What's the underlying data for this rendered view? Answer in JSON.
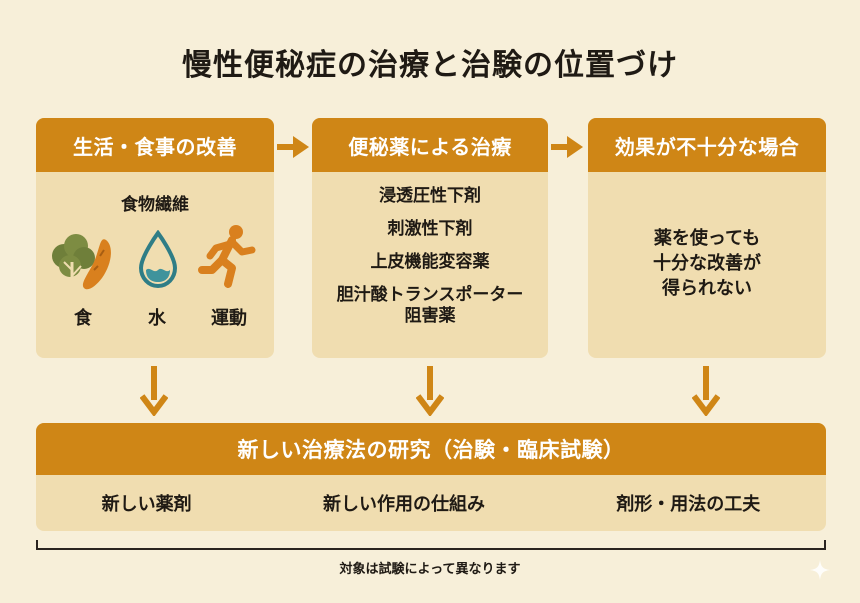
{
  "title": "慢性便秘症の治療と治験の位置づけ",
  "lifestyle": {
    "header": "生活・食事の改善",
    "fiber_label": "食物繊維",
    "items": [
      {
        "label": "食",
        "icon": "vegetable-icon"
      },
      {
        "label": "水",
        "icon": "water-drop-icon"
      },
      {
        "label": "運動",
        "icon": "running-person-icon"
      }
    ]
  },
  "laxatives": {
    "header": "便秘薬による治療",
    "drugs": [
      "浸透圧性下剤",
      "刺激性下剤",
      "上皮機能変容薬",
      "胆汁酸トランスポーター\n阻害薬"
    ]
  },
  "insufficient": {
    "header": "効果が不十分な場合",
    "text": "薬を使っても\n十分な改善が\n得られない"
  },
  "research": {
    "header": "新しい治療法の研究（治験・臨床試験）",
    "items": [
      "新しい薬剤",
      "新しい作用の仕組み",
      "剤形・用法の工夫"
    ]
  },
  "note": "対象は試験によって異なります",
  "colors": {
    "background": "#f7efd9",
    "header": "#cf8616",
    "panel": "#f0ddb0",
    "arrow": "#cf8616",
    "icon_green": "#6f7f3a",
    "icon_orange": "#d9801e",
    "icon_teal": "#2f7d86"
  }
}
